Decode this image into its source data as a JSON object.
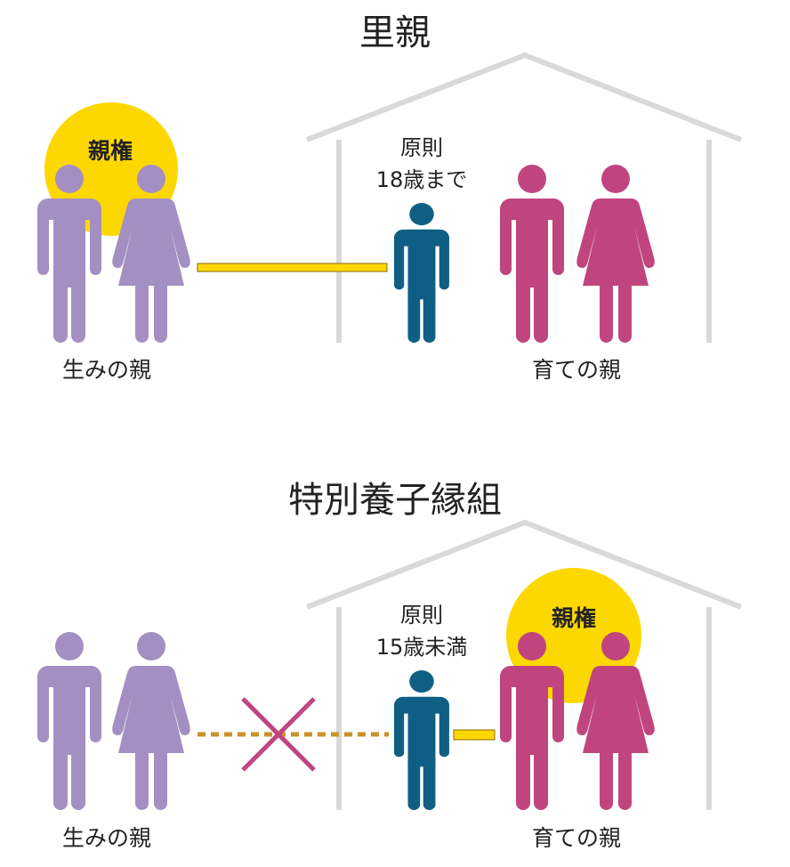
{
  "sections": [
    {
      "title": "里親",
      "badge": "親権",
      "note_line1": "原則",
      "note_line2": "18歳まで",
      "birth_parents_label": "生みの親",
      "foster_parents_label": "育ての親"
    },
    {
      "title": "特別養子縁組",
      "badge": "親権",
      "note_line1": "原則",
      "note_line2": "15歳未満",
      "birth_parents_label": "生みの親",
      "foster_parents_label": "育ての親"
    }
  ],
  "colors": {
    "birth_parents": "#a48fc3",
    "child": "#0f5f84",
    "foster_parents": "#c0457f",
    "badge_circle": "#fcd800",
    "house": "#d9d9d9",
    "link": "#fcd800",
    "broken_link": "#c8932a",
    "cross": "#c0457f"
  }
}
